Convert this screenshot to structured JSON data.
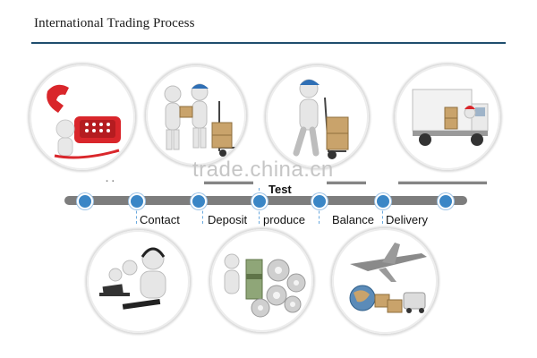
{
  "title": "International Trading Process",
  "watermark": "trade.china.cn",
  "steps_bottom": [
    "Contact",
    "Deposit",
    "produce",
    "Balance",
    "Delivery"
  ],
  "step_top": "Test",
  "colors": {
    "rule": "#1f4e6e",
    "timeline": "#7d7d7d",
    "dot": "#3a86c6",
    "accent_red": "#d9262b",
    "cap_blue": "#2f6fb5",
    "box": "#c9a36b"
  },
  "icons": [
    "red-telephone-icon",
    "courier-handoff-icon",
    "hand-truck-boxes-icon",
    "delivery-truck-icon",
    "headset-operators-icon",
    "gears-and-money-icon",
    "airplane-globe-van-icon"
  ]
}
